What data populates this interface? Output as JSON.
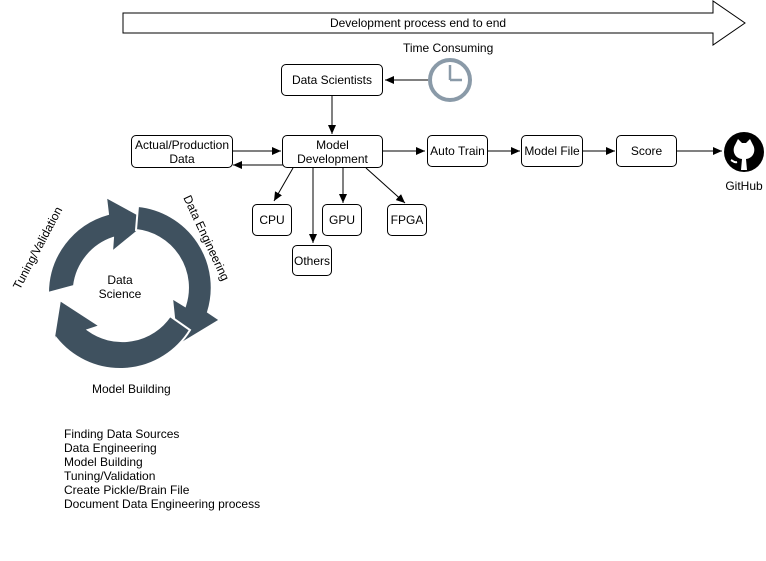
{
  "banner": {
    "text": "Development process end to end"
  },
  "time_label": "Time Consuming",
  "nodes": {
    "data_scientists": "Data Scientists",
    "actual_production_line1": "Actual/Production",
    "actual_production_line2": "Data",
    "model_dev_line1": "Model",
    "model_dev_line2": "Development",
    "auto_train": "Auto Train",
    "model_file": "Model File",
    "score": "Score",
    "github": "GitHub",
    "cpu": "CPU",
    "gpu": "GPU",
    "fpga": "FPGA",
    "others": "Others"
  },
  "cycle": {
    "center_line1": "Data",
    "center_line2": "Science",
    "tuning": "Tuning/Validation",
    "engineering": "Data Engineering",
    "building": "Model Building"
  },
  "notes": [
    "Finding Data Sources",
    "Data Engineering",
    "Model Building",
    "Tuning/Validation",
    "Create Pickle/Brain File",
    "Document Data Engineering process"
  ],
  "colors": {
    "cycle": "#3f515f",
    "clock": "#8a9aa8",
    "line": "#000000"
  }
}
